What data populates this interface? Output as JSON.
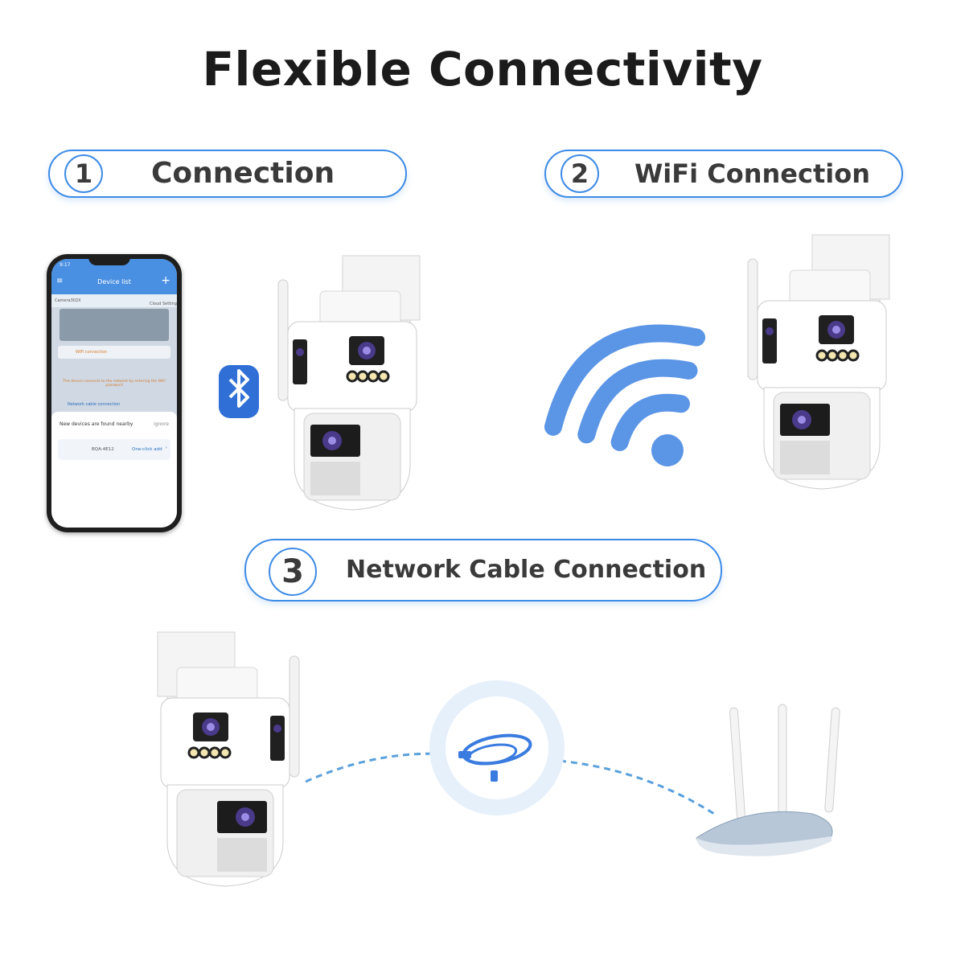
{
  "title": "Flexible Connectivity",
  "steps": [
    {
      "number": "1",
      "label": "Connection"
    },
    {
      "number": "2",
      "label": "WiFi Connection"
    },
    {
      "number": "3",
      "label": "Network Cable Connection"
    }
  ],
  "phone": {
    "time": "9:17",
    "app_title": "Device list",
    "camera_name": "Camera302X",
    "tab_a": "Cloud",
    "tab_b": "Setting",
    "wifi_item": "WiFi connection",
    "wifi_desc": "The device connects to the network by entering the WiFi password",
    "cable_item": "Network cable connection",
    "sheet_header": "New devices are found nearby",
    "ignore": "ignore",
    "device_id": "BQA-4E12",
    "one_click": "One-click add"
  },
  "colors": {
    "accent": "#3d8be6",
    "wifi": "#5b95e6",
    "bluetooth": "#2f6fd6"
  },
  "icons": [
    "bluetooth-icon",
    "wifi-icon",
    "ethernet-cable-icon",
    "router-icon",
    "security-camera-icon"
  ]
}
